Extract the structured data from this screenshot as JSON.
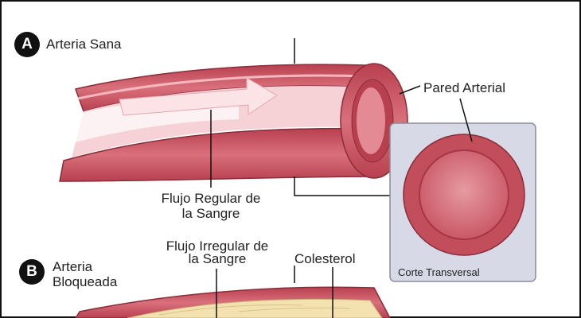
{
  "colors": {
    "wall": "#cf5a66",
    "wall_dark": "#a63645",
    "lumen": "#f2b3ba",
    "plaque": "#f3e2b0",
    "box_bg": "#d7d9e6",
    "box_border": "#8a8c99",
    "border": "#111111"
  },
  "section_a": {
    "badge": "A",
    "title": "Arteria Sana",
    "labels": {
      "arterial_wall": "Pared Arterial",
      "flow_line1": "Flujo Regular de",
      "flow_line2": "la Sangre",
      "cross_section": "Corte Transversal"
    }
  },
  "section_b": {
    "badge": "B",
    "title_line1": "Arteria",
    "title_line2": "Bloqueada",
    "labels": {
      "flow_line1": "Flujo Irregular de",
      "flow_line2": "la Sangre",
      "cholesterol": "Colesterol"
    }
  }
}
